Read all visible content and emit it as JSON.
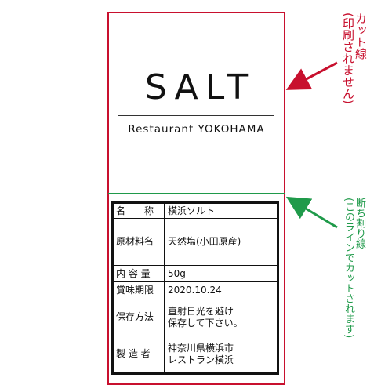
{
  "brand": {
    "name": "SALT",
    "subtitle": "Restaurant YOKOHAMA"
  },
  "label_rows": [
    {
      "key": "名　　称",
      "value": "横浜ソルト"
    },
    {
      "key": "原材料名",
      "value": "天然塩(小田原産)"
    },
    {
      "key": "内 容 量",
      "value": "50g"
    },
    {
      "key": "賞味期限",
      "value": "2020.10.24"
    },
    {
      "key": "保存方法",
      "value_lines": [
        "直射日光を避け",
        "保存して下さい。"
      ]
    },
    {
      "key": "製 造 者",
      "value_lines": [
        "神奈川県横浜市",
        "レストラン横浜"
      ]
    }
  ],
  "notes": {
    "cut_line": "カット線\n(印刷されません)",
    "perforation_line": "断ち割り線\n(このラインでカットされます)"
  },
  "colors": {
    "cut_line": "#c8102e",
    "perforation_line": "#1f9a4a",
    "text": "#111111"
  }
}
